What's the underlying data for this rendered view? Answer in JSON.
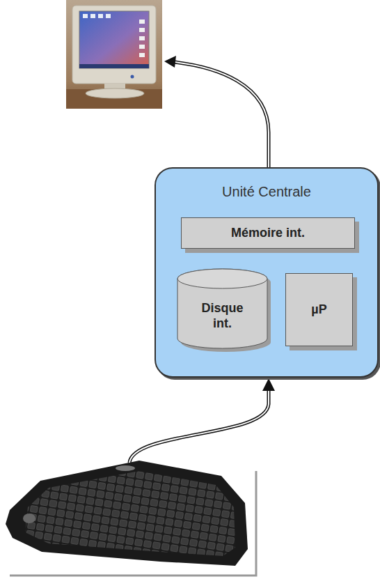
{
  "diagram": {
    "nodes": [
      {
        "text": [
          "Unité Centrale"
        ]
      },
      {
        "text": [
          "Mémoire int."
        ],
        "in": 0
      },
      {
        "text": [
          "Disque int."
        ],
        "in": 0
      },
      {
        "text": [
          "µP"
        ],
        "in": 0
      }
    ]
  }
}
